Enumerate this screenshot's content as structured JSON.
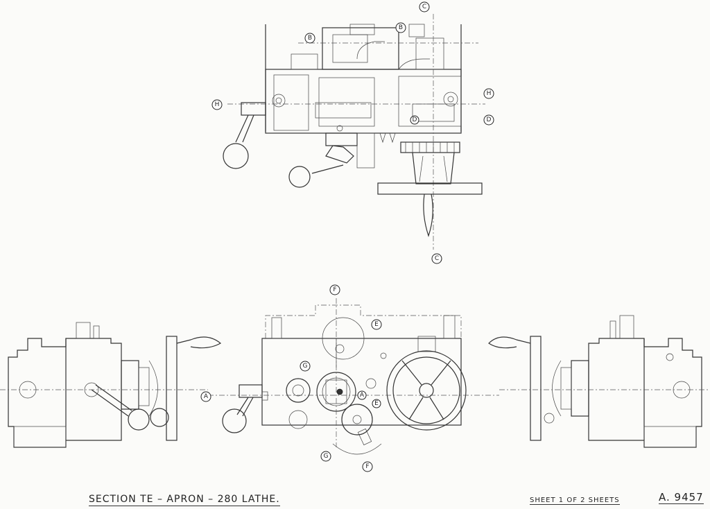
{
  "drawing": {
    "title": "SECTION TE – APRON – 280 LATHE.",
    "sheet": "SHEET 1 OF 2 SHEETS",
    "number": "A. 9457"
  },
  "section_markers": [
    {
      "id": "c-top",
      "label": "C"
    },
    {
      "id": "b-left",
      "label": "B"
    },
    {
      "id": "b-right",
      "label": "B"
    },
    {
      "id": "h-left",
      "label": "H"
    },
    {
      "id": "h-right",
      "label": "H"
    },
    {
      "id": "d-mid",
      "label": "D"
    },
    {
      "id": "d-right",
      "label": "D"
    },
    {
      "id": "c-bottom",
      "label": "C"
    },
    {
      "id": "f-top",
      "label": "F"
    },
    {
      "id": "e-top",
      "label": "E"
    },
    {
      "id": "g-upper",
      "label": "G"
    },
    {
      "id": "a-left",
      "label": "A"
    },
    {
      "id": "a-mid",
      "label": "A"
    },
    {
      "id": "e-mid",
      "label": "E"
    },
    {
      "id": "g-lower",
      "label": "G"
    },
    {
      "id": "f-bottom",
      "label": "F"
    }
  ]
}
